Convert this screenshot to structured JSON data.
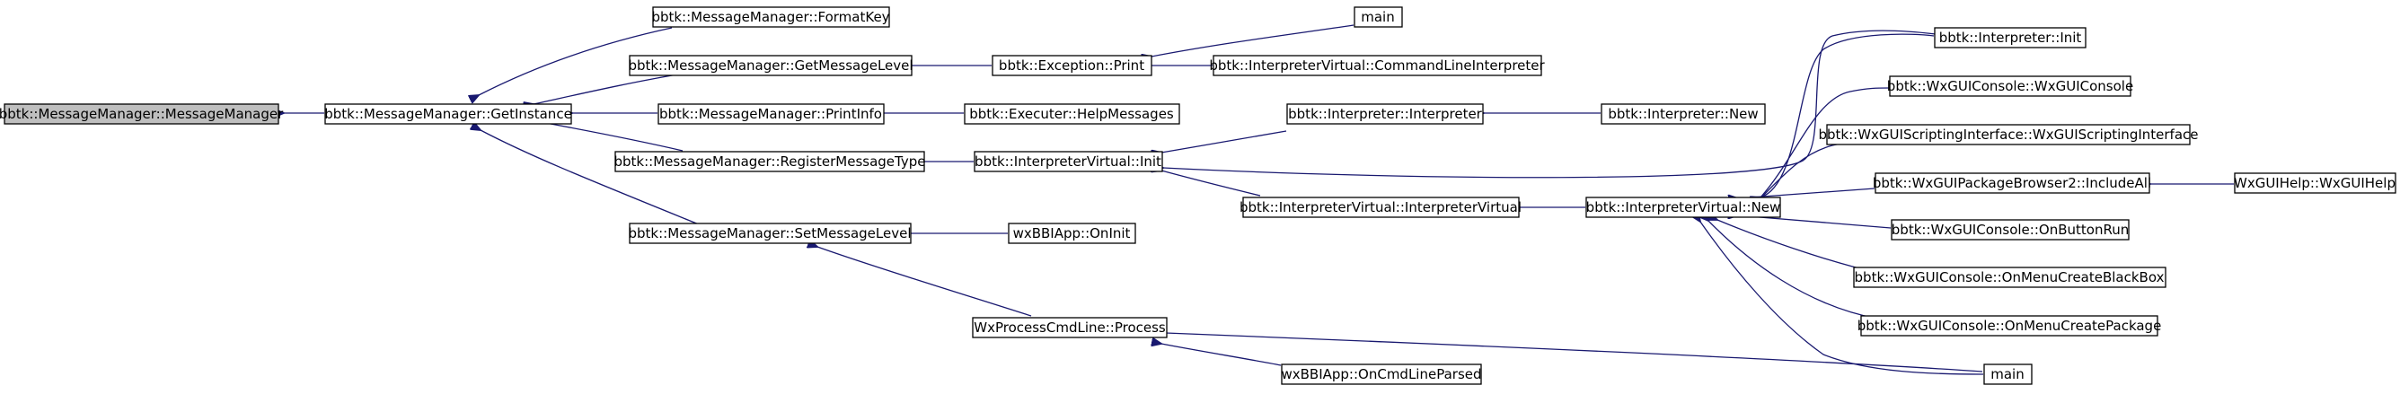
{
  "colors": {
    "edge": "#191970",
    "root_fill": "#bfbfbf",
    "node_fill": "#ffffff",
    "border": "#000000"
  },
  "nodes": {
    "mm_ctor": "bbtk::MessageManager::MessageManager",
    "get_instance": "bbtk::MessageManager::GetInstance",
    "format_key": "bbtk::MessageManager::FormatKey",
    "get_message_level": "bbtk::MessageManager::GetMessageLevel",
    "print_info": "bbtk::MessageManager::PrintInfo",
    "register_message_type": "bbtk::MessageManager::RegisterMessageType",
    "set_message_level": "bbtk::MessageManager::SetMessageLevel",
    "exception_print": "bbtk::Exception::Print",
    "executer_help_messages": "bbtk::Executer::HelpMessages",
    "interpreter_virtual_init": "bbtk::InterpreterVirtual::Init",
    "wxbbiapp_oninit": "wxBBIApp::OnInit",
    "wxprocesscmdline_process": "WxProcessCmdLine::Process",
    "main_top": "main",
    "command_line_interpreter": "bbtk::InterpreterVirtual::CommandLineInterpreter",
    "interpreter_interpreter": "bbtk::Interpreter::Interpreter",
    "interpreter_virtual_ctor": "bbtk::InterpreterVirtual::InterpreterVirtual",
    "wxbbiapp_oncmdlineparsed": "wxBBIApp::OnCmdLineParsed",
    "interpreter_new": "bbtk::Interpreter::New",
    "interpreter_virtual_new": "bbtk::InterpreterVirtual::New",
    "interpreter_init": "bbtk::Interpreter::Init",
    "wxguiconsole_ctor": "bbtk::WxGUIConsole::WxGUIConsole",
    "wxguiscripting_ctor": "bbtk::WxGUIScriptingInterface::WxGUIScriptingInterface",
    "include_all": "bbtk::WxGUIPackageBrowser2::IncludeAll",
    "on_button_run": "bbtk::WxGUIConsole::OnButtonRun",
    "on_menu_create_blackbox": "bbtk::WxGUIConsole::OnMenuCreateBlackBox",
    "on_menu_create_package": "bbtk::WxGUIConsole::OnMenuCreatePackage",
    "main_bottom": "main",
    "wxguihelp_ctor": "WxGUIHelp::WxGUIHelp"
  }
}
